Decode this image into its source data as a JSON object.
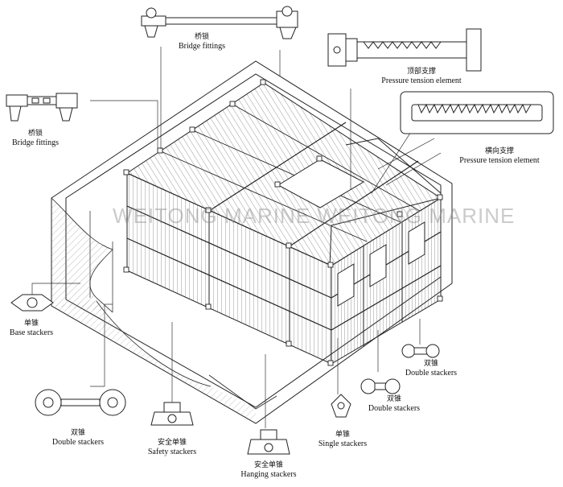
{
  "watermark": "WEITONG MARINE  WEITONG MARINE",
  "labels": {
    "bridge_top": {
      "cn": "桥锁",
      "en": "Bridge fittings"
    },
    "bridge_left": {
      "cn": "桥锁",
      "en": "Bridge fittings"
    },
    "pressure_top": {
      "cn": "顶部支撑",
      "en": "Pressure tension element"
    },
    "pressure_right": {
      "cn": "横向支撑",
      "en": "Pressure tension element"
    },
    "base": {
      "cn": "单锥",
      "en": "Base stackers"
    },
    "double_left": {
      "cn": "双锥",
      "en": "Double stackers"
    },
    "safety": {
      "cn": "安全单锥",
      "en": "Safety stackers"
    },
    "hanging": {
      "cn": "安全单锥",
      "en": "Hanging stackers"
    },
    "single": {
      "cn": "单锥",
      "en": "Single stackers"
    },
    "double_mid": {
      "cn": "双锥",
      "en": "Double stackers"
    },
    "double_right": {
      "cn": "双锥",
      "en": "Double stackers"
    }
  },
  "colors": {
    "line": "#222222",
    "hatch": "#555555",
    "watermark": "#8c8c8c"
  }
}
